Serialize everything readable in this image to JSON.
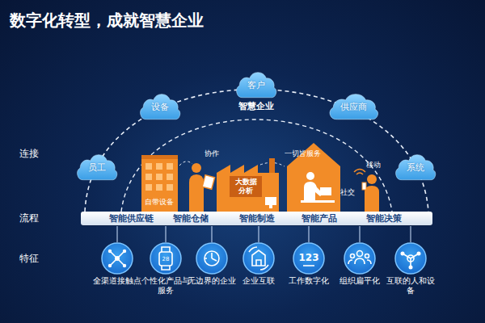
{
  "diagram": {
    "title": "数字化转型，成就智慧企业",
    "nodes": [
      {
        "text": [
          "客户"
        ]
      },
      {
        "text": [
          "设备"
        ]
      },
      {
        "text": [
          "供应商"
        ]
      },
      {
        "text": [
          "员工"
        ]
      },
      {
        "text": [
          "系统"
        ]
      },
      {
        "text": [
          "智能供应链",
          "智能仓储",
          "智能制造",
          "智能产品",
          "智能决策"
        ]
      },
      {
        "text": [
          "全渠道接触点"
        ]
      },
      {
        "text": [
          "个性化产品与服务"
        ]
      },
      {
        "text": [
          "无边界的企业"
        ]
      },
      {
        "text": [
          "企业互联"
        ]
      },
      {
        "text": [
          "工作数字化"
        ]
      },
      {
        "text": [
          "组织扁平化"
        ]
      },
      {
        "text": [
          "互联的人和设备"
        ]
      }
    ],
    "labels": [
      "连接",
      "流程",
      "特征",
      "智慧企业",
      "自带设备",
      "协作",
      "大数据 分析",
      "一切皆服务",
      "移动",
      "社交",
      "28",
      "123"
    ]
  }
}
